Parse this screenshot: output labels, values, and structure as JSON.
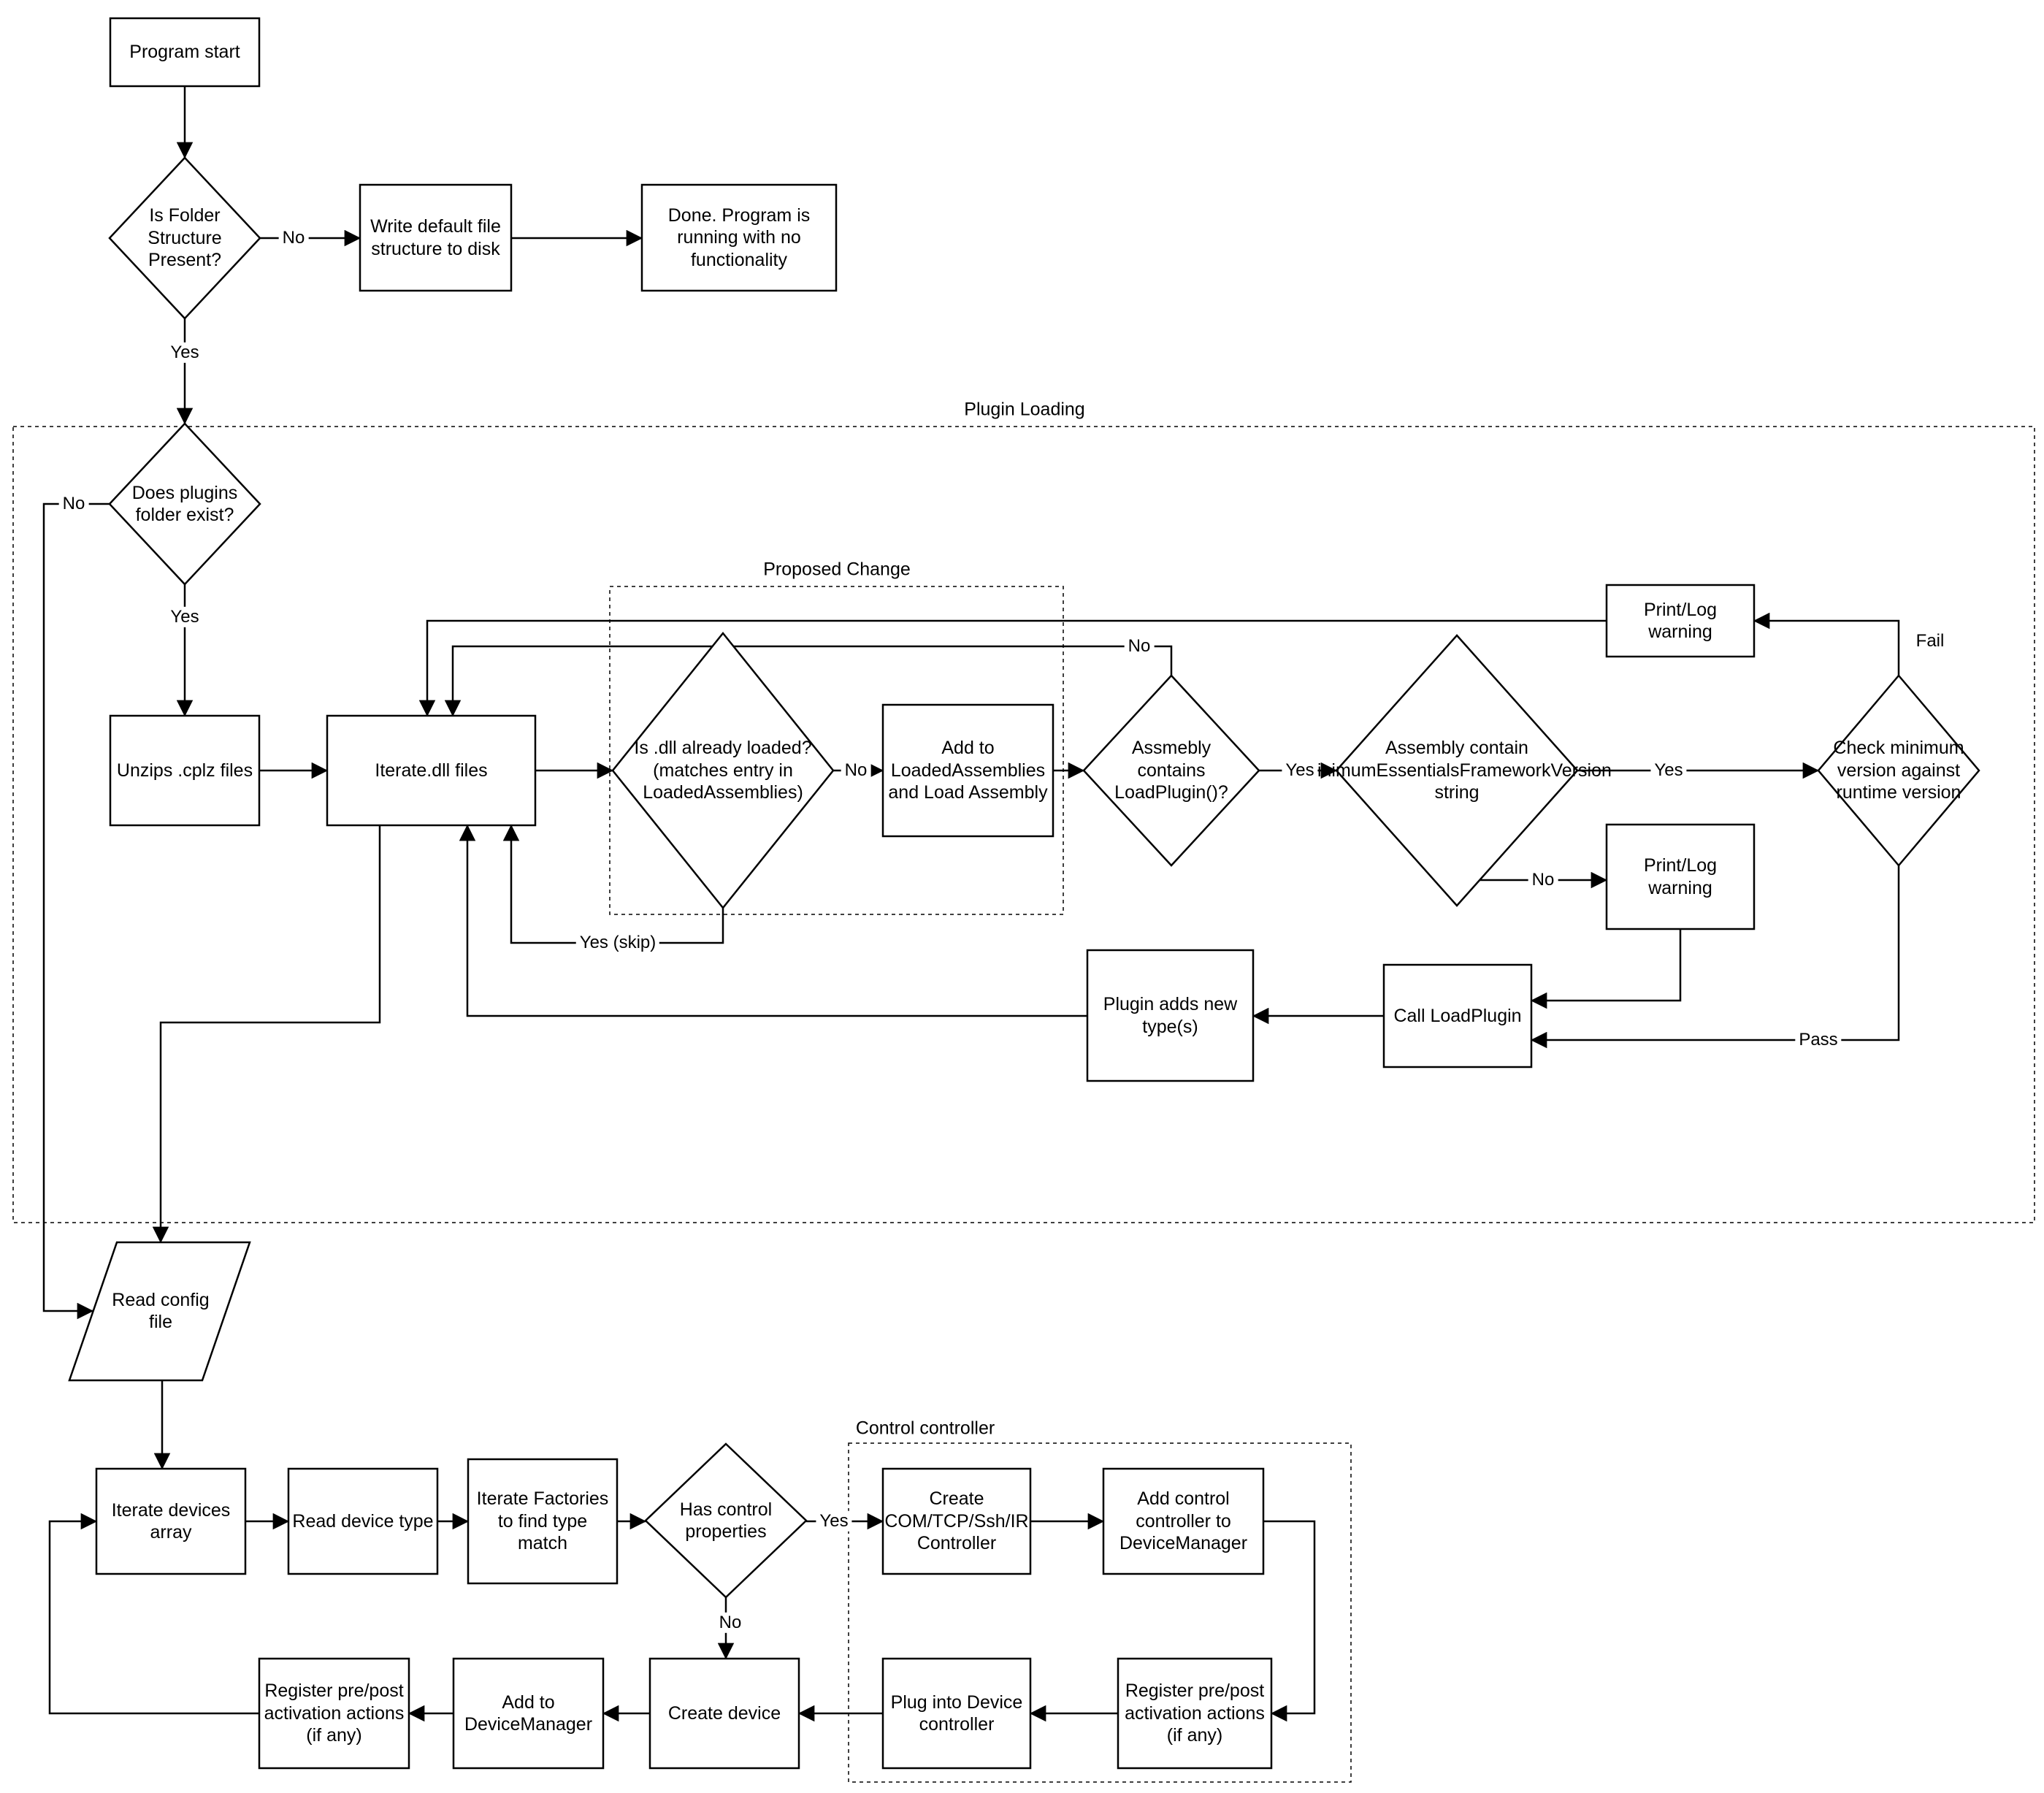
{
  "containers": {
    "plugin_loading": {
      "label": "Plugin Loading"
    },
    "proposed_change": {
      "label": "Proposed Change"
    },
    "control_controller": {
      "label": "Control controller"
    }
  },
  "nodes": {
    "program_start": "Program start",
    "folder_structure_check": "Is Folder Structure Present?",
    "write_default": "Write default file structure to disk",
    "done": "Done.  Program is running with no functionality",
    "plugins_folder_check": "Does plugins folder exist?",
    "unzips_cplz": "Unzips .cplz files",
    "iterate_dll": "Iterate.dll files",
    "dll_loaded_check": "Is .dll already loaded? (matches entry in LoadedAssemblies)",
    "add_loaded_assemblies": "Add to LoadedAssemblies and Load Assembly",
    "contains_loadplugin": "Assmebly contains LoadPlugin()?",
    "min_version_string": "Assembly contain MinimumEssentialsFrameworkVersion string",
    "check_min_version": "Check minimum version against runtime version",
    "print_log_warning_top": "Print/Log warning",
    "print_log_warning_bottom": "Print/Log warning",
    "call_loadplugin": "Call LoadPlugin",
    "plugin_adds_types": "Plugin adds new type(s)",
    "read_config": "Read config file",
    "iterate_devices": "Iterate devices array",
    "read_device_type": "Read device type",
    "iterate_factories": "Iterate Factories to find type match",
    "has_control_props": "Has control properties",
    "create_controller": "Create COM/TCP/Ssh/IR Controller",
    "add_control_controller": "Add control controller to DeviceManager",
    "register_actions_right": "Register pre/post activation actions (if any)",
    "plug_into_device": "Plug into Device controller",
    "create_device": "Create device",
    "add_to_devicemanager": "Add to DeviceManager",
    "register_actions_left": "Register pre/post activation actions (if any)"
  },
  "edge_labels": {
    "folder_no": "No",
    "folder_yes": "Yes",
    "plugins_no": "No",
    "plugins_yes": "Yes",
    "dll_no": "No",
    "dll_yes_skip": "Yes (skip)",
    "loadplugin_no": "No",
    "loadplugin_yes": "Yes",
    "minversion_yes": "Yes",
    "minversion_no": "No",
    "version_fail": "Fail",
    "version_pass": "Pass",
    "control_yes": "Yes",
    "control_no": "No"
  },
  "colors": {
    "stroke": "#000000",
    "fill": "#ffffff",
    "text": "#000000"
  }
}
